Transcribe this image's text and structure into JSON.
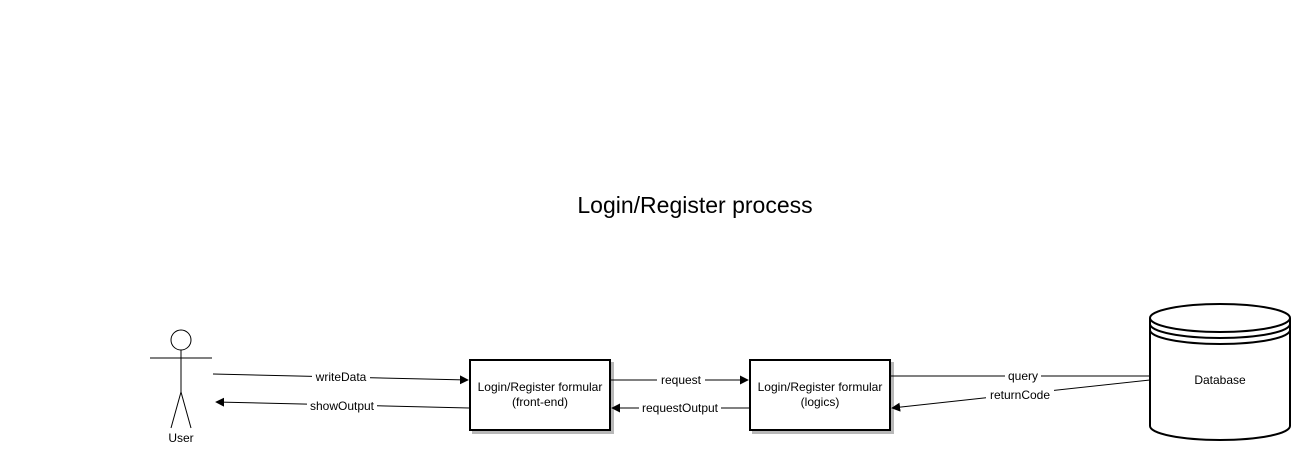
{
  "diagram": {
    "title": "Login/Register process",
    "actor": {
      "label": "User"
    },
    "nodes": {
      "frontend": {
        "line1": "Login/Register formular",
        "line2": "(front-end)"
      },
      "logics": {
        "line1": "Login/Register formular",
        "line2": "(logics)"
      },
      "database": {
        "label": "Database"
      }
    },
    "edges": {
      "writeData": "writeData",
      "showOutput": "showOutput",
      "request": "request",
      "requestOutput": "requestOutput",
      "query": "query",
      "returnCode": "returnCode"
    }
  }
}
